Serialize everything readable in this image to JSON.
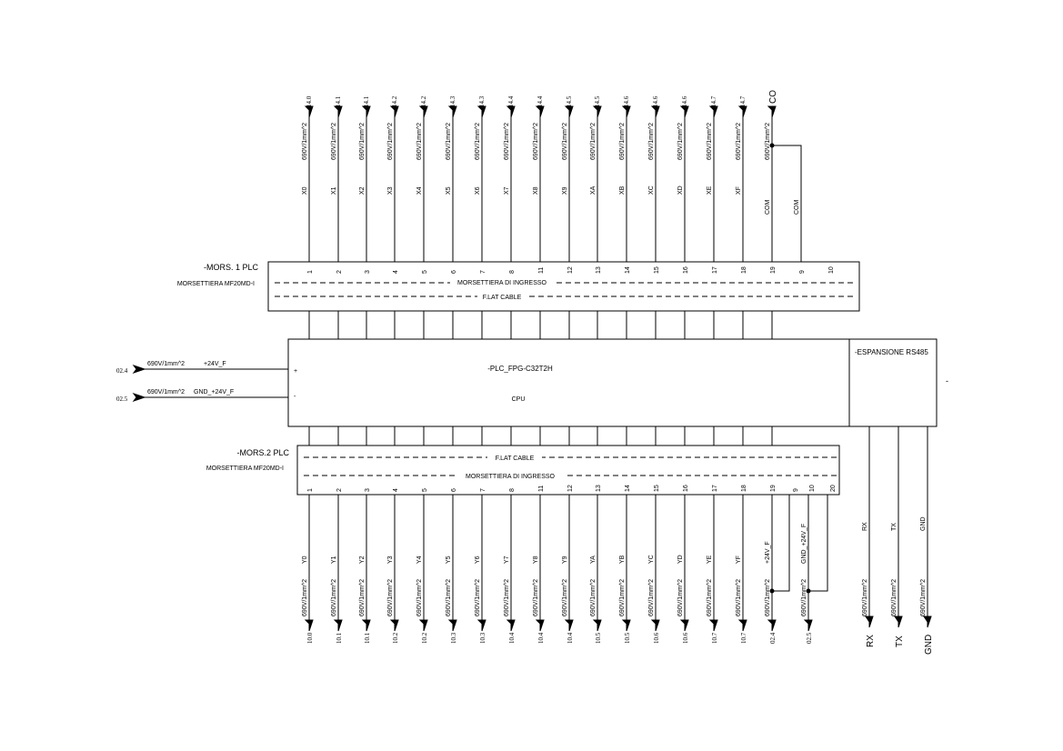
{
  "input_terminal_block": {
    "name": "-MORS. 1 PLC",
    "model": "MORSETTIERA MF20MD-I",
    "label_top": "MORSETTIERA DI INGRESSO",
    "label_bottom": "F.LAT CABLE",
    "wire_rating": "690V/1mm^2",
    "pins": [
      {
        "terminal": "1",
        "signal": "X0",
        "ref": "14.0"
      },
      {
        "terminal": "2",
        "signal": "X1",
        "ref": "14.1"
      },
      {
        "terminal": "3",
        "signal": "X2",
        "ref": "14.1"
      },
      {
        "terminal": "4",
        "signal": "X3",
        "ref": "14.2"
      },
      {
        "terminal": "5",
        "signal": "X4",
        "ref": "14.2"
      },
      {
        "terminal": "6",
        "signal": "X5",
        "ref": "14.3"
      },
      {
        "terminal": "7",
        "signal": "X6",
        "ref": "14.3"
      },
      {
        "terminal": "8",
        "signal": "X7",
        "ref": "14.4"
      },
      {
        "terminal": "11",
        "signal": "X8",
        "ref": "14.4"
      },
      {
        "terminal": "12",
        "signal": "X9",
        "ref": "14.5"
      },
      {
        "terminal": "13",
        "signal": "XA",
        "ref": "14.5"
      },
      {
        "terminal": "14",
        "signal": "XB",
        "ref": "14.6"
      },
      {
        "terminal": "15",
        "signal": "XC",
        "ref": "14.6"
      },
      {
        "terminal": "16",
        "signal": "XD",
        "ref": "14.6"
      },
      {
        "terminal": "17",
        "signal": "XE",
        "ref": "14.7"
      },
      {
        "terminal": "18",
        "signal": "XF",
        "ref": "14.7"
      },
      {
        "terminal": "19",
        "signal": "COM",
        "ref": "CO"
      }
    ],
    "extra_terminals": [
      "9",
      "10"
    ],
    "extra_signal": "COM"
  },
  "plc": {
    "name": "-PLC_FPG-C32T2H",
    "cpu_label": "CPU",
    "plus_label": "+",
    "minus_label": "-",
    "supply": [
      {
        "ref": "02.4",
        "rating": "690V/1mm^2",
        "signal": "+24V_F"
      },
      {
        "ref": "02.5",
        "rating": "690V/1mm^2",
        "signal": "GND_+24V_F"
      }
    ]
  },
  "expansion": {
    "name": "-ESPANSIONE RS485",
    "side_mark": "-",
    "wire_rating": "690V/1mm^2",
    "signals": [
      "RX",
      "TX",
      "GND"
    ]
  },
  "output_terminal_block": {
    "name": "-MORS.2 PLC",
    "model": "MORSETTIERA MF20MD-I",
    "label_top": "F.LAT CABLE",
    "label_bottom": "MORSETTIERA DI INGRESSO",
    "wire_rating": "690V/1mm^2",
    "pins": [
      {
        "terminal": "1",
        "signal": "Y0",
        "ref": "10.0"
      },
      {
        "terminal": "2",
        "signal": "Y1",
        "ref": "10.1"
      },
      {
        "terminal": "3",
        "signal": "Y2",
        "ref": "10.1"
      },
      {
        "terminal": "4",
        "signal": "Y3",
        "ref": "10.2"
      },
      {
        "terminal": "5",
        "signal": "Y4",
        "ref": "10.2"
      },
      {
        "terminal": "6",
        "signal": "Y5",
        "ref": "10.3"
      },
      {
        "terminal": "7",
        "signal": "Y6",
        "ref": "10.3"
      },
      {
        "terminal": "8",
        "signal": "Y7",
        "ref": "10.4"
      },
      {
        "terminal": "11",
        "signal": "Y8",
        "ref": "10.4"
      },
      {
        "terminal": "12",
        "signal": "Y9",
        "ref": "10.4"
      },
      {
        "terminal": "13",
        "signal": "YA",
        "ref": "10.5"
      },
      {
        "terminal": "14",
        "signal": "YB",
        "ref": "10.5"
      },
      {
        "terminal": "15",
        "signal": "YC",
        "ref": "10.6"
      },
      {
        "terminal": "16",
        "signal": "YD",
        "ref": "10.6"
      },
      {
        "terminal": "17",
        "signal": "YE",
        "ref": "10.7"
      },
      {
        "terminal": "18",
        "signal": "YF",
        "ref": "10.7"
      },
      {
        "terminal": "19",
        "signal": "+24V_F",
        "ref": "02.4"
      },
      {
        "terminal": "20",
        "signal": "GND_+24V_F",
        "ref": "02.5"
      }
    ],
    "extra_terminals": [
      "9",
      "10"
    ]
  }
}
